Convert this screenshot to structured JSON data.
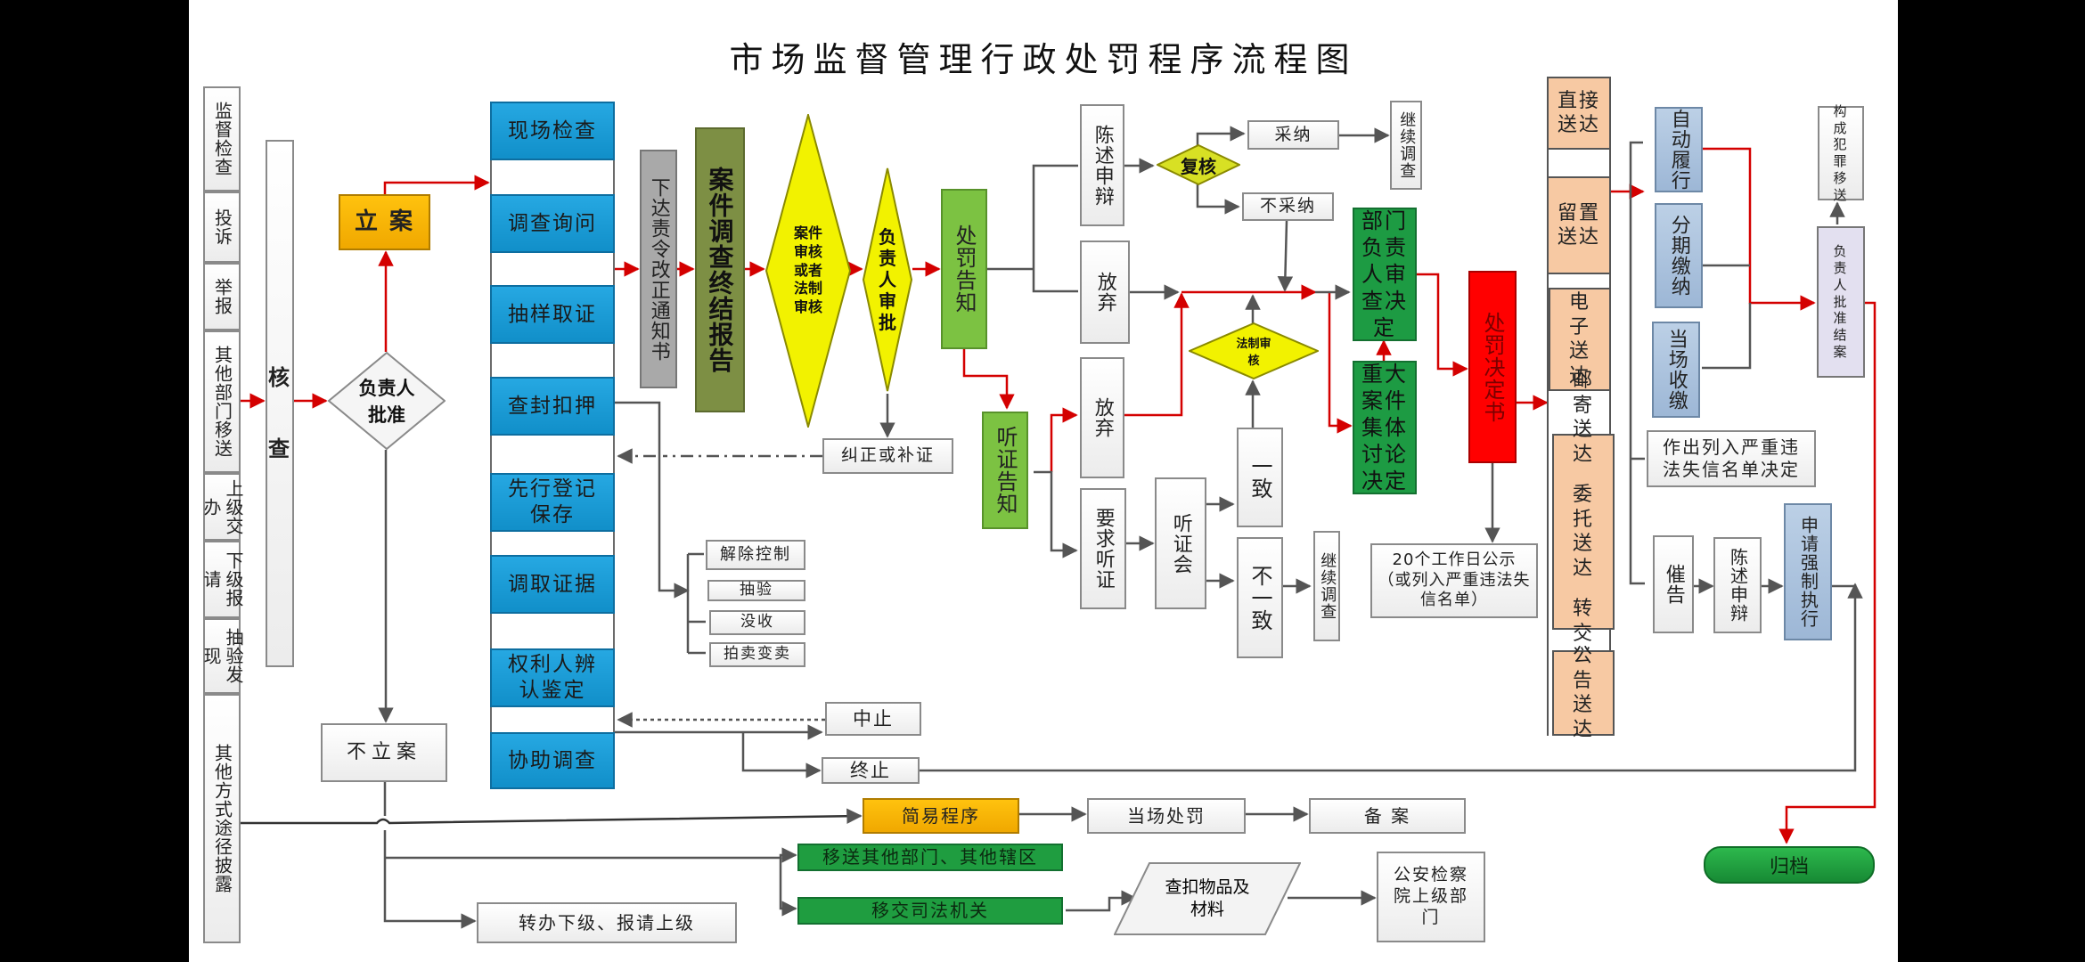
{
  "title": "市场监督管理行政处罚程序流程图",
  "sources": [
    "监督检查",
    "投诉",
    "举报",
    "其他部门移送",
    "上级交办",
    "下级报请",
    "抽验发现",
    "其他方式途径披露"
  ],
  "verify": [
    "核",
    "查"
  ],
  "approve_case": "负责人批准",
  "file_case": "立 案",
  "no_case": "不立案",
  "investigation": [
    "现场检查",
    "调查询问",
    "抽样取证",
    "查封扣押",
    "先行登记保存",
    "调取证据",
    "权利人辨认鉴定",
    "协助调查"
  ],
  "rectify_notice": "下达责令改正通知书",
  "final_report": "案件调查终结报告",
  "case_review": "案件审核或者法制审核",
  "leader_approval": "负责人审批",
  "correct_supplement": "纠正或补证",
  "seizure_outcomes": [
    "解除控制",
    "抽验",
    "没收",
    "拍卖变卖"
  ],
  "suspend": "中止",
  "terminate": "终止",
  "penalty_notice": "处罚告知",
  "hearing_notice": "听证告知",
  "statement_defense": "陈述申辩",
  "review": "复核",
  "adopt": "采纳",
  "not_adopt": "不采纳",
  "continue_investigation": "继续调查",
  "waive_1": "放弃",
  "waive_2": "放弃",
  "legal_review": "法制审核",
  "request_hearing": "要求听证",
  "hearing": "听证会",
  "consistent": "一致",
  "inconsistent": "不一致",
  "continue_investigation_2": "继续调查",
  "dept_head_decision": "部门负责人审查决定",
  "major_case_decision": "重大案件集体讨论决定",
  "penalty_decision": "处罚决定书",
  "publicity": "20个工作日公示（或列入严重违法失信名单）",
  "delivery": {
    "direct": "直接送达",
    "leave": "留置送达",
    "electronic": "电子送达",
    "mail": "邮寄送达",
    "entrust": "委托送达",
    "transfer": "转交送达",
    "announce": "公告送达"
  },
  "execution": {
    "voluntary": "自动履行",
    "installment": "分期缴纳",
    "on_site": "当场收缴",
    "blacklist": "作出列入严重违法失信名单决定",
    "urge": "催告",
    "defense": "陈述申辩",
    "enforce": "申请强制执行"
  },
  "close_case": "负责人批准结案",
  "crime_transfer": "构成犯罪移送",
  "archive": "归档",
  "simple_procedure": "简易程序",
  "on_site_penalty": "当场处罚",
  "record": "备 案",
  "transfer_other": "移送其他部门、其他辖区",
  "transfer_judicial": "移交司法机关",
  "seized_items": "查扣物品及材料",
  "police": "公安检察院上级部门",
  "refer_level": "转办下级、报请上级",
  "colors": {
    "red_flow": "#d40000",
    "gray_flow": "#555555",
    "blue": "#1a9fdb",
    "olive": "#7d8f44",
    "yellow": "#f2f200",
    "green": "#7cc242",
    "dark_green": "#1d9b43",
    "red_box": "#ff0000",
    "peach": "#f7c9a3",
    "steel": "#a9c1dd"
  }
}
